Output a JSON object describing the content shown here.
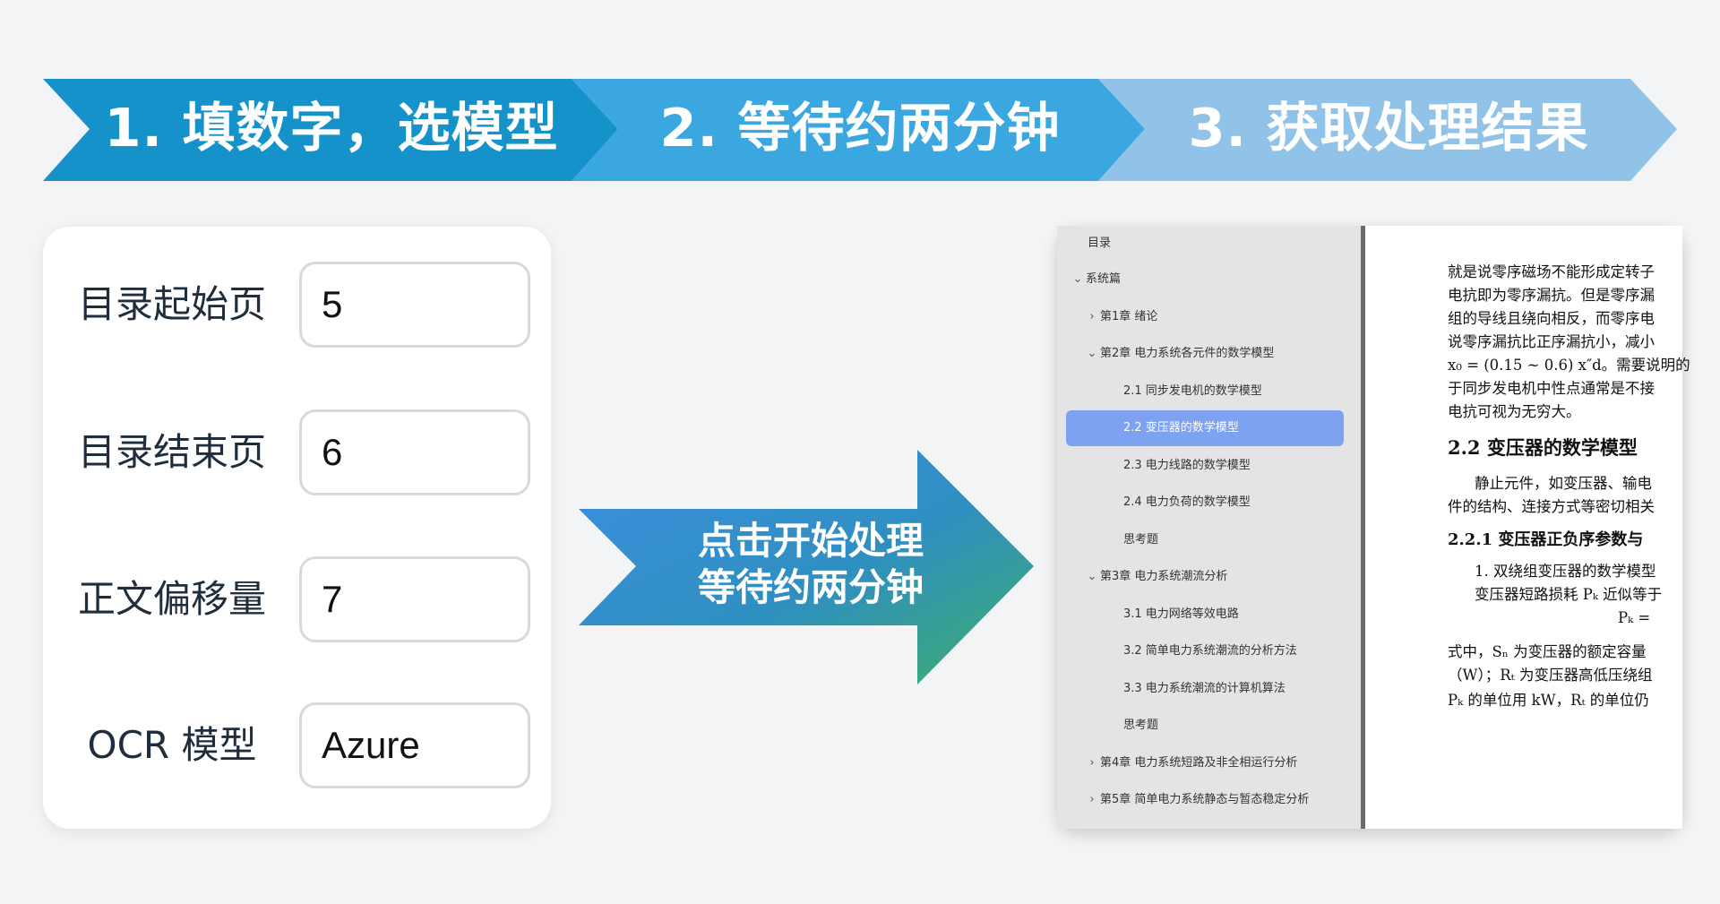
{
  "steps": [
    {
      "label": "1. 填数字，选模型",
      "color": "#1592c9"
    },
    {
      "label": "2. 等待约两分钟",
      "color": "#3aa7e0"
    },
    {
      "label": "3. 获取处理结果",
      "color": "#91c3e8"
    }
  ],
  "form": {
    "toc_start": {
      "label": "目录起始页",
      "value": "5"
    },
    "toc_end": {
      "label": "目录结束页",
      "value": "6"
    },
    "offset": {
      "label": "正文偏移量",
      "value": "7"
    },
    "ocr": {
      "label": "OCR 模型",
      "value": "Azure"
    }
  },
  "arrow": {
    "line1": "点击开始处理",
    "line2": "等待约两分钟"
  },
  "toc": {
    "title": "目录",
    "items": [
      {
        "text": "系统篇",
        "chevron": "down"
      },
      {
        "text": "第1章 绪论",
        "chevron": "right"
      },
      {
        "text": "第2章 电力系统各元件的数学模型",
        "chevron": "down"
      },
      {
        "text": "2.1 同步发电机的数学模型",
        "chevron": ""
      },
      {
        "text": "2.2 变压器的数学模型",
        "chevron": "",
        "active": true
      },
      {
        "text": "2.3 电力线路的数学模型",
        "chevron": ""
      },
      {
        "text": "2.4 电力负荷的数学模型",
        "chevron": ""
      },
      {
        "text": "思考题",
        "chevron": ""
      },
      {
        "text": "第3章 电力系统潮流分析",
        "chevron": "down"
      },
      {
        "text": "3.1 电力网络等效电路",
        "chevron": ""
      },
      {
        "text": "3.2 简单电力系统潮流的分析方法",
        "chevron": ""
      },
      {
        "text": "3.3 电力系统潮流的计算机算法",
        "chevron": ""
      },
      {
        "text": "思考题",
        "chevron": ""
      },
      {
        "text": "第4章 电力系统短路及非全相运行分析",
        "chevron": "right"
      },
      {
        "text": "第5章 简单电力系统静态与暂态稳定分析",
        "chevron": "right"
      }
    ]
  },
  "page": {
    "lines": [
      "就是说零序磁场不能形成定转子",
      "电抗即为零序漏抗。但是零序漏",
      "组的导线且绕向相反，而零序电",
      "说零序漏抗比正序漏抗小，减小",
      "x₀ = (0.15 ~ 0.6) x″d。需要说明的",
      "于同步发电机中性点通常是不接",
      "电抗可视为无穷大。",
      "2.2   变压器的数学模型",
      "静止元件，如变压器、输电",
      "件的结构、连接方式等密切相关",
      "2.2.1   变压器正负序参数与",
      "1. 双绕组变压器的数学模型",
      "变压器短路损耗 Pₖ 近似等于",
      "Pₖ =",
      "式中，Sₙ 为变压器的额定容量",
      "（W）；Rₜ 为变压器高低压绕组",
      "Pₖ 的单位用 kW，Rₜ 的单位仍"
    ]
  }
}
